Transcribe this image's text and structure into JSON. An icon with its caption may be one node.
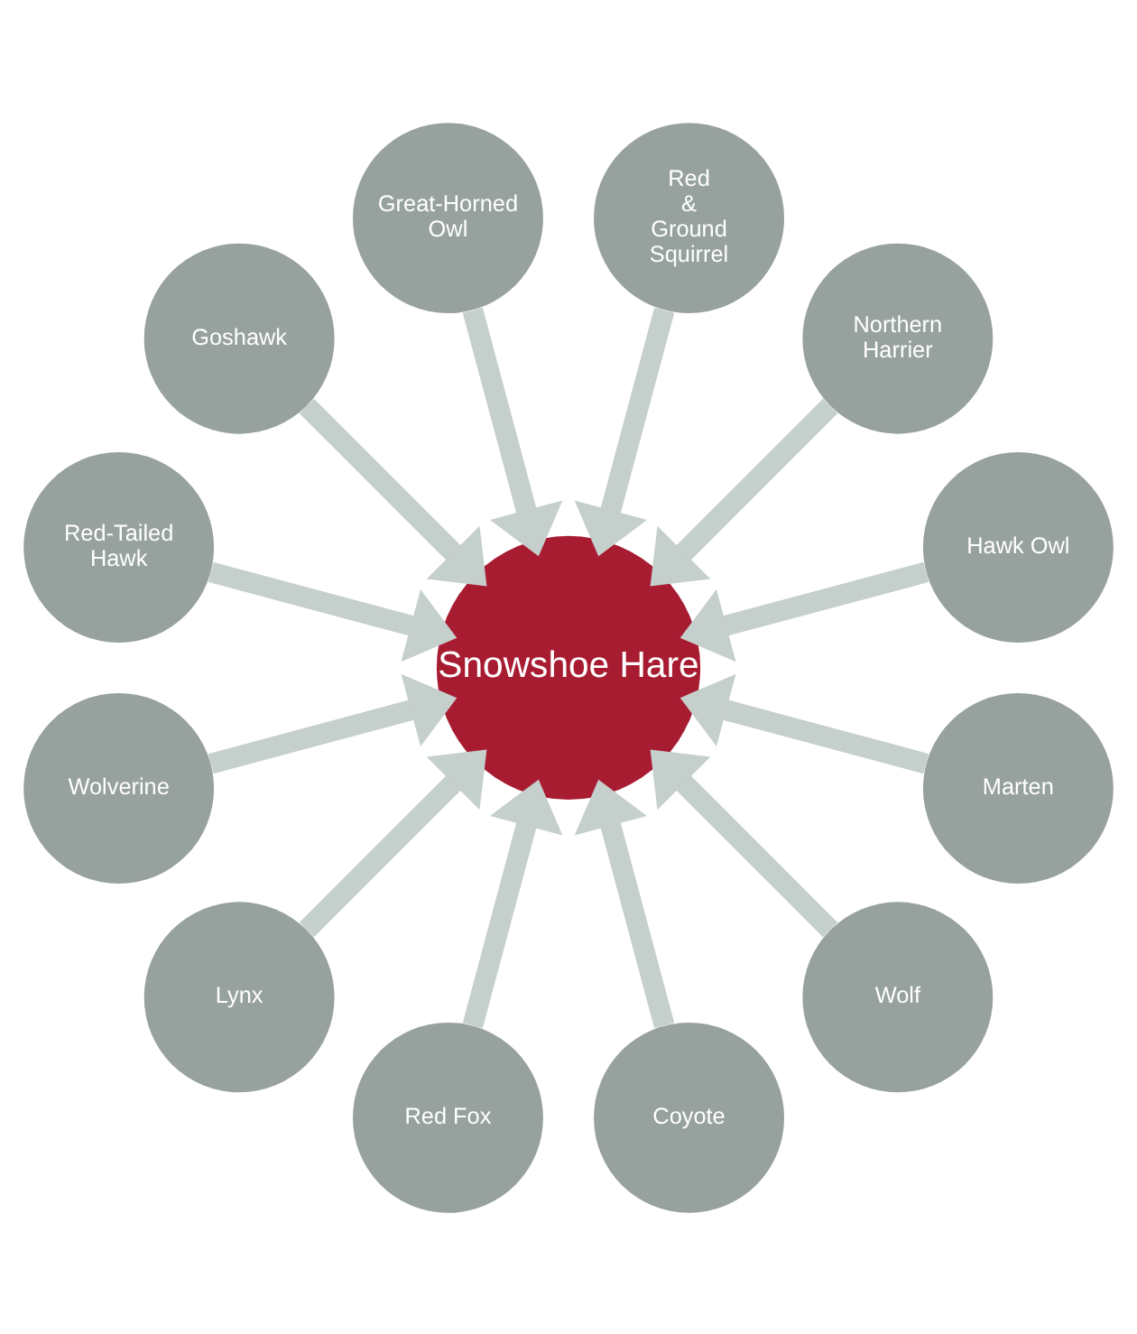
{
  "diagram": {
    "nodes": [
      {
        "text": [
          "Snowshoe Hare"
        ]
      },
      {
        "text": [
          "Hawk Owl"
        ]
      },
      {
        "text": [
          "Northern Harrier"
        ]
      },
      {
        "text": [
          "Red & Ground Squirrel"
        ]
      },
      {
        "text": [
          "Great-Horned Owl"
        ]
      },
      {
        "text": [
          "Goshawk"
        ]
      },
      {
        "text": [
          "Red-Tailed Hawk"
        ]
      },
      {
        "text": [
          "Wolverine"
        ]
      },
      {
        "text": [
          "Lynx"
        ]
      },
      {
        "text": [
          "Red Fox"
        ]
      },
      {
        "text": [
          "Coyote"
        ]
      },
      {
        "text": [
          "Wolf"
        ]
      },
      {
        "text": [
          "Marten"
        ]
      }
    ],
    "edges": [
      {
        "from": 1,
        "to": 0,
        "arrow": "to"
      },
      {
        "from": 2,
        "to": 0,
        "arrow": "to"
      },
      {
        "from": 3,
        "to": 0,
        "arrow": "to"
      },
      {
        "from": 4,
        "to": 0,
        "arrow": "to"
      },
      {
        "from": 5,
        "to": 0,
        "arrow": "to"
      },
      {
        "from": 6,
        "to": 0,
        "arrow": "to"
      },
      {
        "from": 7,
        "to": 0,
        "arrow": "to"
      },
      {
        "from": 8,
        "to": 0,
        "arrow": "to"
      },
      {
        "from": 9,
        "to": 0,
        "arrow": "to"
      },
      {
        "from": 10,
        "to": 0,
        "arrow": "to"
      },
      {
        "from": 11,
        "to": 0,
        "arrow": "to"
      },
      {
        "from": 12,
        "to": 0,
        "arrow": "to"
      }
    ]
  }
}
